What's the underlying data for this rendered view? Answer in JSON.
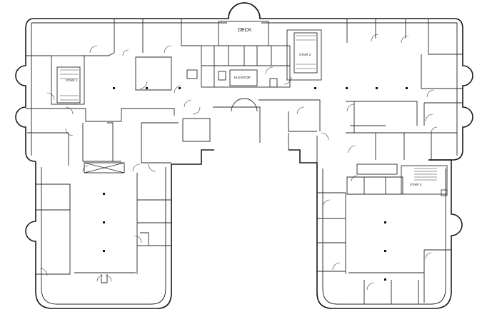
{
  "labels": {
    "deck": "DECK",
    "elevator": "ELEVATOR",
    "stair1": "STAIR 1",
    "stair2": "STAIR 2",
    "stair3": "STAIR 3"
  }
}
